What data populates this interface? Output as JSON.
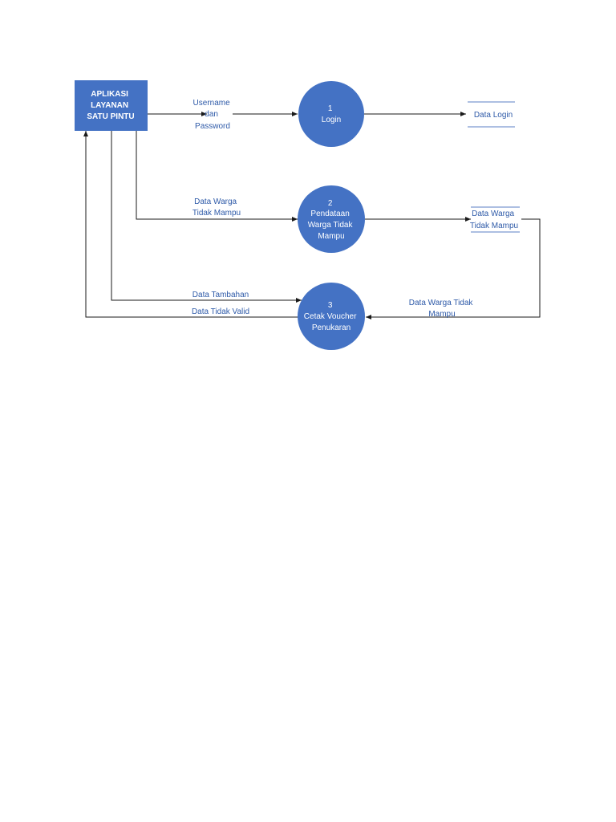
{
  "colors": {
    "shape_fill": "#4472c4",
    "label_text": "#2e5aa8",
    "line": "#1a1a1a"
  },
  "entity": {
    "lines": [
      "APLIKASI",
      "LAYANAN",
      "SATU PINTU"
    ]
  },
  "processes": [
    {
      "number": "1",
      "lines": [
        "Login"
      ]
    },
    {
      "number": "2",
      "lines": [
        "Pendataan",
        "Warga Tidak",
        "Mampu"
      ]
    },
    {
      "number": "3",
      "lines": [
        "Cetak Voucher",
        "Penukaran"
      ]
    }
  ],
  "stores": [
    {
      "lines": [
        "Data Login"
      ]
    },
    {
      "lines": [
        "Data Warga",
        "Tidak Mampu"
      ]
    }
  ],
  "flows": [
    {
      "lines": [
        "Username",
        "dan",
        "Password"
      ]
    },
    {
      "lines": [
        "Data Warga",
        "Tidak Mampu"
      ]
    },
    {
      "lines": [
        "Data Tambahan"
      ]
    },
    {
      "lines": [
        "Data Tidak Valid"
      ]
    },
    {
      "lines": [
        "Data Warga Tidak",
        "Mampu"
      ]
    }
  ]
}
